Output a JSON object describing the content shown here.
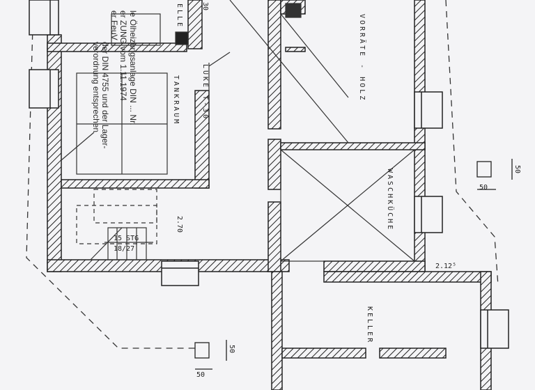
{
  "labels": {
    "elle": "ELLE",
    "top_dim": "30",
    "luke": "LUKE T-30",
    "tankraum": "TANKRAUM",
    "vorraete": "VORRÄTE - HOLZ",
    "waschkueche": "WASCHKÜCHE",
    "keller": "KELLER",
    "height": "2.70",
    "steps": "15 STG",
    "step_size": "18/27",
    "width_dim": "2.12⁵",
    "vent_w_right": "50",
    "vent_h_right": "50",
    "vent_w_bottom": "50",
    "vent_h_bottom": "50"
  },
  "note_lines": [
    "le Ölheizungsanlage DIN ... Nr.",
    "er ZUNG vom 1.11.1974",
    "er FeuV",
    "der DIN 4755 und der Lager-",
    "verordnung entsprechen"
  ],
  "colors": {
    "paper": "#f4f4f6",
    "ink": "#222222"
  }
}
